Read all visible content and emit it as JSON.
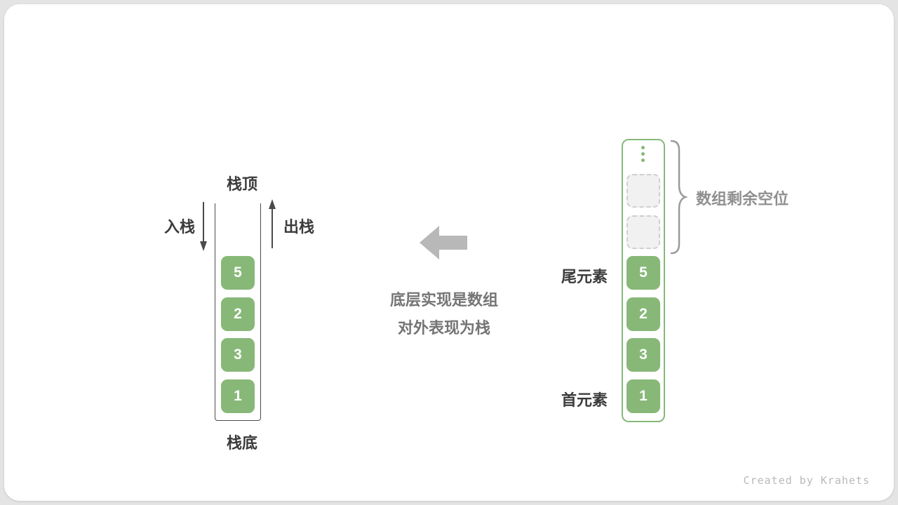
{
  "colors": {
    "green": "#87b878",
    "dark-text": "#3b3b3b",
    "mid-gray-text": "#757575",
    "light-gray-text": "#8f8f8f",
    "arrow-gray": "#b8b8b8",
    "credit-gray": "#b9b9b9"
  },
  "left_stack": {
    "top_label": "栈顶",
    "bottom_label": "栈底",
    "push_label": "入栈",
    "pop_label": "出栈",
    "cells": [
      "5",
      "2",
      "3",
      "1"
    ]
  },
  "center": {
    "line1": "底层实现是数组",
    "line2": "对外表现为栈"
  },
  "right_array": {
    "tail_label": "尾元素",
    "head_label": "首元素",
    "free_label": "数组剩余空位",
    "empty_slot_count": 2,
    "cells": [
      "5",
      "2",
      "3",
      "1"
    ]
  },
  "footer": {
    "credit": "Created by Krahets"
  }
}
